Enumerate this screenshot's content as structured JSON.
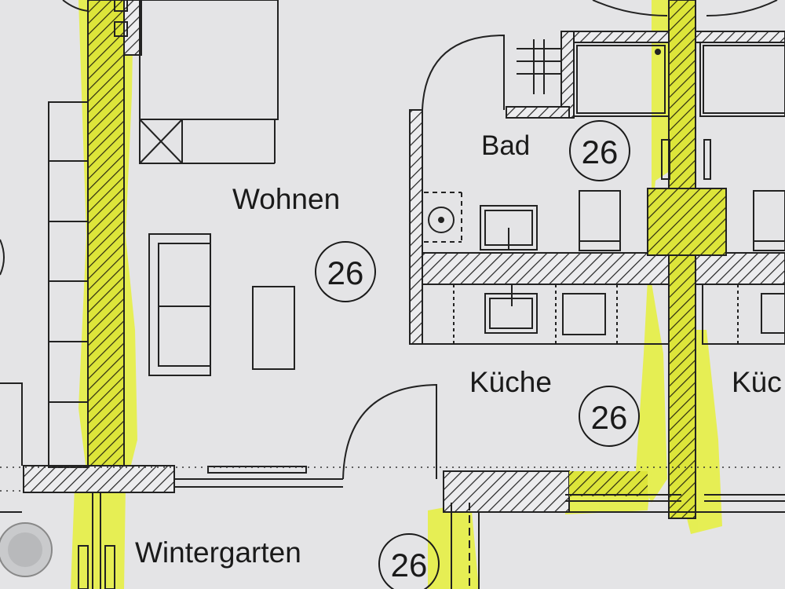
{
  "rooms": {
    "wohnen": {
      "label": "Wohnen",
      "number": "26"
    },
    "bad": {
      "label": "Bad",
      "number": "26"
    },
    "kueche": {
      "label": "Küche",
      "number": "26"
    },
    "kueche_partial": {
      "label": "Küc"
    },
    "wintergarten": {
      "label": "Wintergarten",
      "number": "26"
    }
  },
  "colors": {
    "paper": "#e4e4e6",
    "line": "#222222",
    "highlight": "#e6f03a"
  }
}
